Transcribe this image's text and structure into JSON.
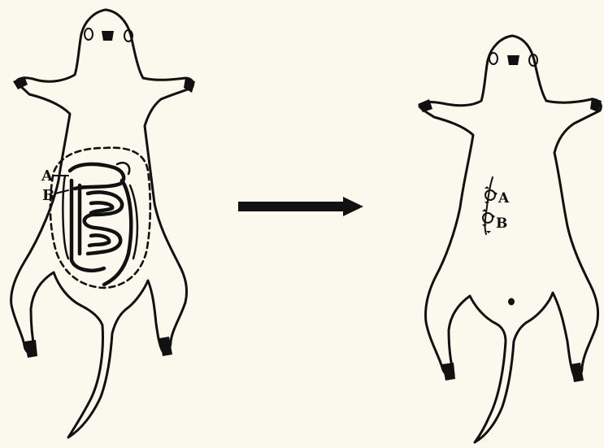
{
  "labels": {
    "left_a": "A",
    "left_b": "B",
    "right_a": "A",
    "right_b": "B"
  },
  "colors": {
    "background": "#fbf9ee",
    "ink": "#111111"
  }
}
